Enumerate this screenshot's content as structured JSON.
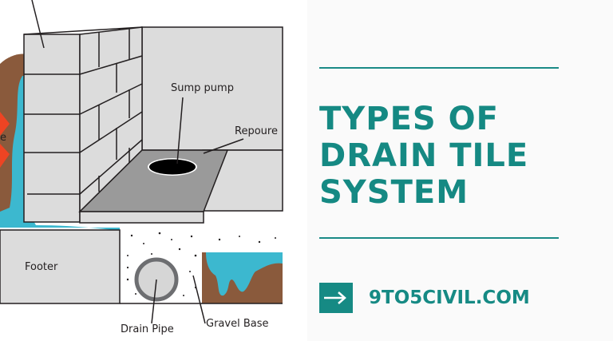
{
  "illustration": {
    "labels": {
      "sump_pump": "Sump pump",
      "repoure": "Repoure",
      "footer": "Footer",
      "drain_pipe": "Drain Pipe",
      "gravel_base": "Gravel Base",
      "partial_left": "e"
    },
    "colors": {
      "soil": "#8a5a3c",
      "water": "#3cb8cf",
      "block": "#dcdcdc",
      "slab": "#9a9a9a",
      "warning": "#ee4423"
    }
  },
  "banner": {
    "title_lines": [
      "TYPES OF",
      "DRAIN TILE",
      "SYSTEM"
    ],
    "site": "9TO5CIVIL.COM",
    "accent_color": "#168a84",
    "link_icon": "arrow-right-icon"
  }
}
